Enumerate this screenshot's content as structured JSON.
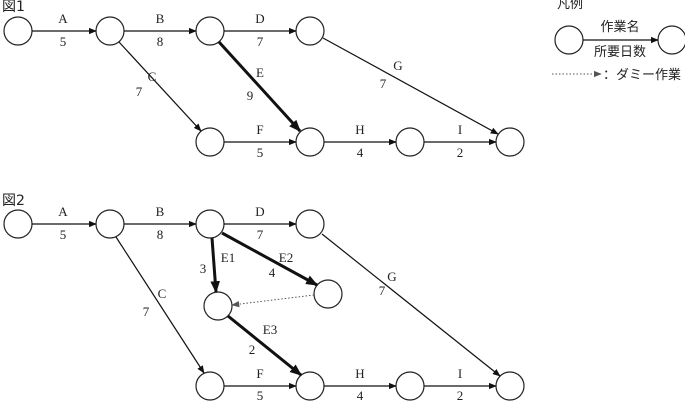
{
  "figure1": {
    "title": "図1",
    "activities": [
      {
        "id": "A",
        "name": "A",
        "days": "5"
      },
      {
        "id": "B",
        "name": "B",
        "days": "8"
      },
      {
        "id": "C",
        "name": "C",
        "days": "7"
      },
      {
        "id": "D",
        "name": "D",
        "days": "7"
      },
      {
        "id": "E",
        "name": "E",
        "days": "9"
      },
      {
        "id": "F",
        "name": "F",
        "days": "5"
      },
      {
        "id": "G",
        "name": "G",
        "days": "7"
      },
      {
        "id": "H",
        "name": "H",
        "days": "4"
      },
      {
        "id": "I",
        "name": "I",
        "days": "2"
      }
    ]
  },
  "figure2": {
    "title": "図2",
    "activities": [
      {
        "id": "A",
        "name": "A",
        "days": "5"
      },
      {
        "id": "B",
        "name": "B",
        "days": "8"
      },
      {
        "id": "C",
        "name": "C",
        "days": "7"
      },
      {
        "id": "D",
        "name": "D",
        "days": "7"
      },
      {
        "id": "E1",
        "name": "E1",
        "days": "3"
      },
      {
        "id": "E2",
        "name": "E2",
        "days": "4"
      },
      {
        "id": "E3",
        "name": "E3",
        "days": "2"
      },
      {
        "id": "F",
        "name": "F",
        "days": "5"
      },
      {
        "id": "G",
        "name": "G",
        "days": "7"
      },
      {
        "id": "H",
        "name": "H",
        "days": "4"
      },
      {
        "id": "I",
        "name": "I",
        "days": "2"
      }
    ]
  },
  "legend": {
    "title": "凡例",
    "activity_name": "作業名",
    "duration": "所要日数",
    "dummy_label": "：ダミー作業"
  }
}
